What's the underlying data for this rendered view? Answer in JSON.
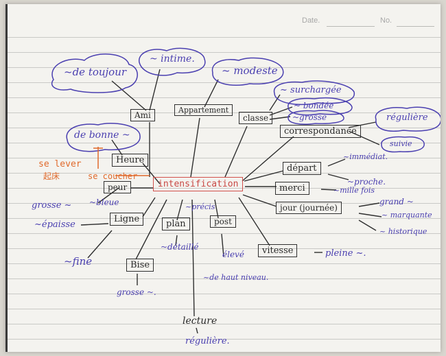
{
  "header": {
    "date_label": "Date.",
    "no_label": "No."
  },
  "colors": {
    "paper": "#f4f3ef",
    "rule": "#c9c9c6",
    "ink_blue": "#4a3fb0",
    "ink_black": "#2b2b2b",
    "ink_red": "#d2504b",
    "ink_orange": "#e06a2c"
  },
  "center": "intensification",
  "nodes": {
    "ami": "Ami",
    "appartement": "Appartement",
    "classe": "classe",
    "correspondance": "correspondance",
    "heure": "Heure",
    "peur": "peur",
    "ligne": "Ligne",
    "plan": "plan",
    "post": "post",
    "vitesse": "vitesse",
    "depart": "départ",
    "merci": "merci",
    "jour": "jour (journée)",
    "bise": "Bise",
    "lecture": "lecture"
  },
  "notes": {
    "de_toujours": "~de toujour",
    "intime": "~ intime.",
    "modeste": "~ modeste",
    "surchargee": "~ surchargée",
    "bondee": "~ bondée",
    "grosse_classe": "~grosse",
    "reguliere_corr": "régulière",
    "suivie": "suivie",
    "de_bonne": "de bonne ~",
    "se_lever": "se lever",
    "chinese": "起床",
    "se_coucher": "se coucher",
    "bleue": "~bleue",
    "grosse_peur": "grosse ~",
    "epaisse": "~épaisse",
    "fine": "~fine",
    "detaille": "~détaillé",
    "precis": "~précis",
    "eleve": "élevé",
    "de_haut_niveau": "~de haut niveau.",
    "pleine": "pleine ~.",
    "immediat": "~immédiat.",
    "proche": "~proche.",
    "mille_fois": "~mille fois",
    "grand": "grand ~",
    "marquante": "~ marquante",
    "historique": "~ historique",
    "grosse_bise": "grosse ~.",
    "reguliere_lect": "régulière."
  }
}
